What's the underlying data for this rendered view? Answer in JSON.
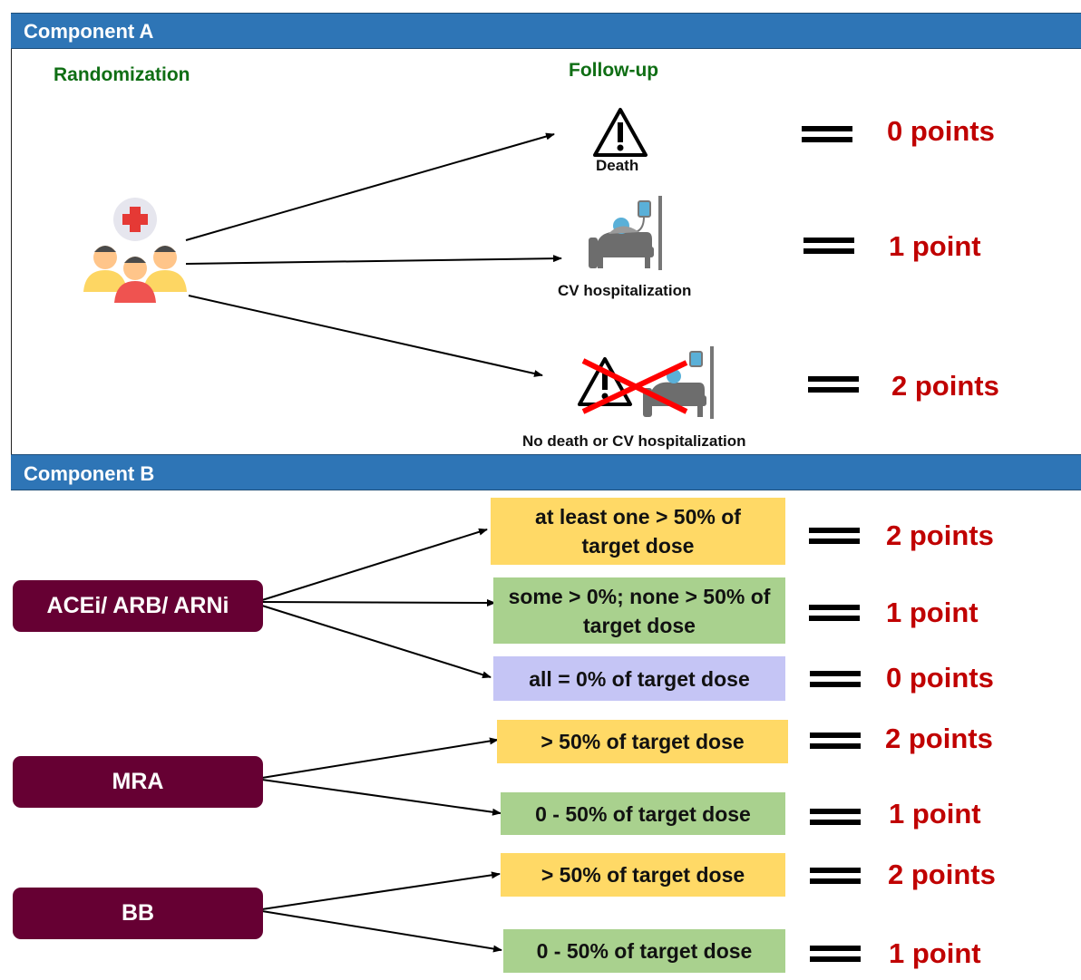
{
  "component_a": {
    "title": "Component A",
    "randomization_label": "Randomization",
    "followup_label": "Follow-up",
    "outcomes": [
      {
        "caption": "Death",
        "points": "0 points",
        "icon": "warning-triangle-icon"
      },
      {
        "caption": "CV hospitalization",
        "points": "1 point",
        "icon": "hospital-bed-icon"
      },
      {
        "caption": "No death or CV hospitalization",
        "points": "2 points",
        "icon": "crossed-out-warning-and-bed-icon"
      }
    ]
  },
  "component_b": {
    "title": "Component B",
    "drugs": [
      {
        "label": "ACEi/ ARB/ ARNi",
        "doses": [
          {
            "text": "at least one > 50% of target dose",
            "color": "#ffd966",
            "points": "2 points"
          },
          {
            "text": "some > 0%; none > 50% of target dose",
            "color": "#a9d18e",
            "points": "1 point"
          },
          {
            "text": "all = 0% of target dose",
            "color": "#c5c5f5",
            "points": "0 points"
          }
        ]
      },
      {
        "label": "MRA",
        "doses": [
          {
            "text": "> 50% of target dose",
            "color": "#ffd966",
            "points": "2 points"
          },
          {
            "text": "0 - 50% of target dose",
            "color": "#a9d18e",
            "points": "1 point"
          }
        ]
      },
      {
        "label": "BB",
        "doses": [
          {
            "text": "> 50% of target dose",
            "color": "#ffd966",
            "points": "2 points"
          },
          {
            "text": "0 - 50% of target dose",
            "color": "#a9d18e",
            "points": "1 point"
          }
        ]
      }
    ]
  },
  "colors": {
    "header": "#2e75b6",
    "points_text": "#c00000",
    "drug_box": "#660033",
    "green_label": "#0f6e14"
  }
}
